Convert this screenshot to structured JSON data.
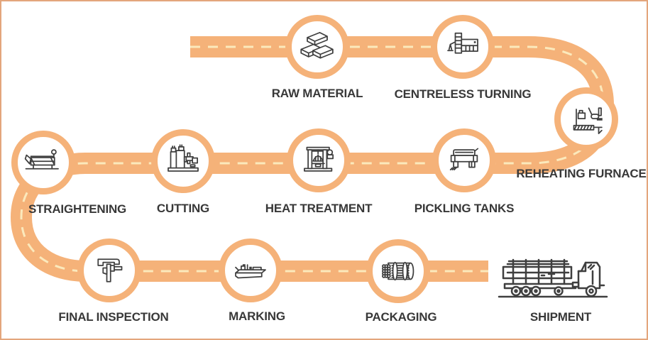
{
  "theme": {
    "road-color": "#F5B279",
    "dash-color": "#FBE9BC",
    "frame-color": "#E3A67C",
    "ink-color": "#3f3f3f",
    "text-color": "#383838",
    "bg-color": "#ffffff"
  },
  "diagram": {
    "type": "process-roadmap",
    "steps": [
      {
        "label": "RAW MATERIAL",
        "icon": "ingots-icon"
      },
      {
        "label": "CENTRELESS TURNING",
        "icon": "turning-machine-icon"
      },
      {
        "label": "REHEATING FURNACE",
        "icon": "furnace-conveyor-icon"
      },
      {
        "label": "STRAIGHTENING",
        "icon": "straightening-machine-icon"
      },
      {
        "label": "CUTTING",
        "icon": "cutting-machine-icon"
      },
      {
        "label": "HEAT TREATMENT",
        "icon": "heat-treatment-furnace-icon"
      },
      {
        "label": "PICKLING TANKS",
        "icon": "pickling-tank-icon"
      },
      {
        "label": "FINAL INSPECTION",
        "icon": "caliper-icon"
      },
      {
        "label": "MARKING",
        "icon": "marking-machine-icon"
      },
      {
        "label": "PACKAGING",
        "icon": "pipe-bundle-icon"
      },
      {
        "label": "SHIPMENT",
        "icon": "truck-icon"
      }
    ]
  }
}
